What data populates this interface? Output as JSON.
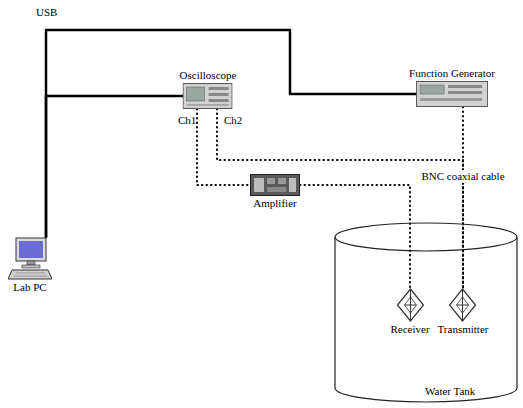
{
  "diagram": {
    "nodes": [
      {
        "text": [
          "Lab PC"
        ]
      },
      {
        "text": [
          "Oscilloscope"
        ]
      },
      {
        "text": [
          "Function Generator"
        ]
      },
      {
        "text": [
          "Amplifier"
        ]
      },
      {
        "text": [
          "Water Tank"
        ]
      },
      {
        "text": [
          "Receiver"
        ],
        "in": 4
      },
      {
        "text": [
          "Transmitter"
        ],
        "in": 4
      }
    ],
    "edges": [
      {
        "from": 0,
        "to": 2,
        "arrow": "none"
      },
      {
        "from": 0,
        "to": 1,
        "arrow": "none"
      },
      {
        "from": 1,
        "to": 3,
        "arrow": "none"
      },
      {
        "from": 3,
        "to": 5,
        "arrow": "none"
      },
      {
        "from": 1,
        "to": 6,
        "arrow": "none"
      },
      {
        "from": 2,
        "to": 6,
        "arrow": "none"
      }
    ],
    "labels": [
      "USB",
      "Ch1",
      "Ch2",
      "BNC coaxial cable"
    ]
  }
}
